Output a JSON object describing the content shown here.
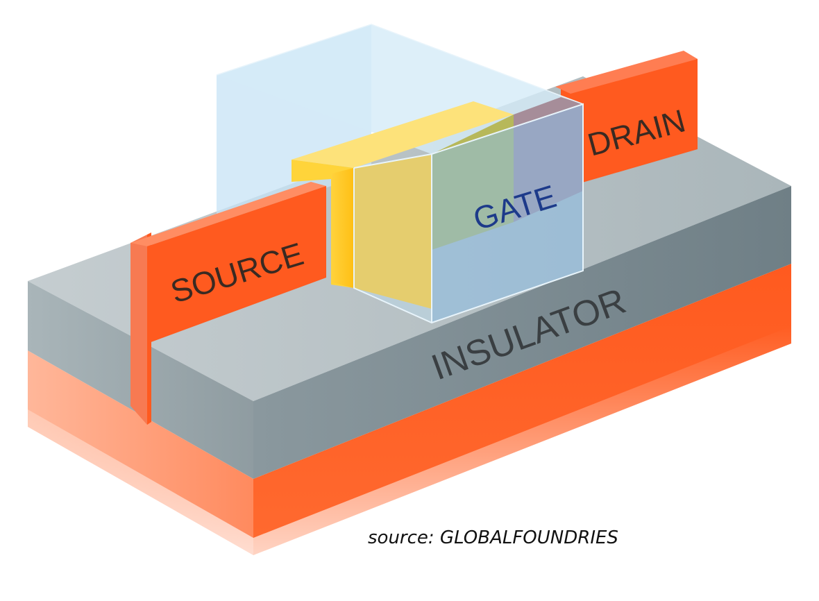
{
  "labels": {
    "source": "SOURCE",
    "drain": "DRAIN",
    "gate": "GATE",
    "insulator": "INSULATOR"
  },
  "caption": "source: GLOBALFOUNDRIES",
  "colors": {
    "substrate": "#ff5a1f",
    "insulator": "#aab6ba",
    "fin": "#ff5a1f",
    "gate_glass": "#b9def4",
    "spacer": "#ffc21a",
    "gate_text": "#1d3a8a",
    "label_text": "#3a2a22"
  }
}
